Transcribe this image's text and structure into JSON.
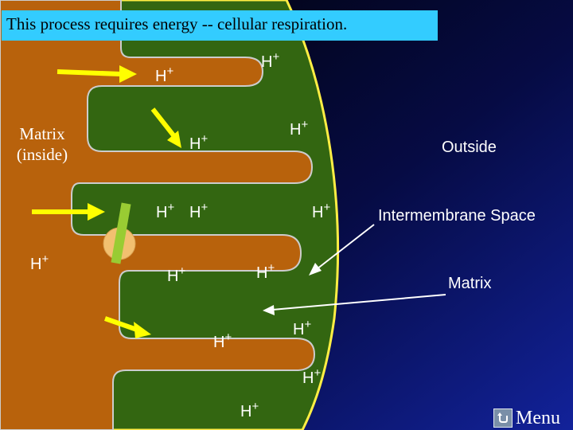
{
  "title": "This process requires energy -- cellular respiration.",
  "labels": {
    "matrix_inside": [
      "Matrix",
      "(inside)"
    ],
    "outside": "Outside",
    "intermembrane_space": "Intermembrane Space",
    "matrix": "Matrix"
  },
  "ion_label": "H+",
  "menu": {
    "label": "Menu",
    "icon": "return-arrow-icon"
  },
  "colors": {
    "matrix_fill": "#b8620c",
    "membrane_fill": "#336611",
    "membrane_edge": "#cccccc",
    "outer_membrane": "#ffee44",
    "background_top": "#000000",
    "background_bottom": "#12229a",
    "arrow": "#ffff00",
    "title_bg": "#33ccff",
    "atp_synthase": "#f2c070"
  }
}
